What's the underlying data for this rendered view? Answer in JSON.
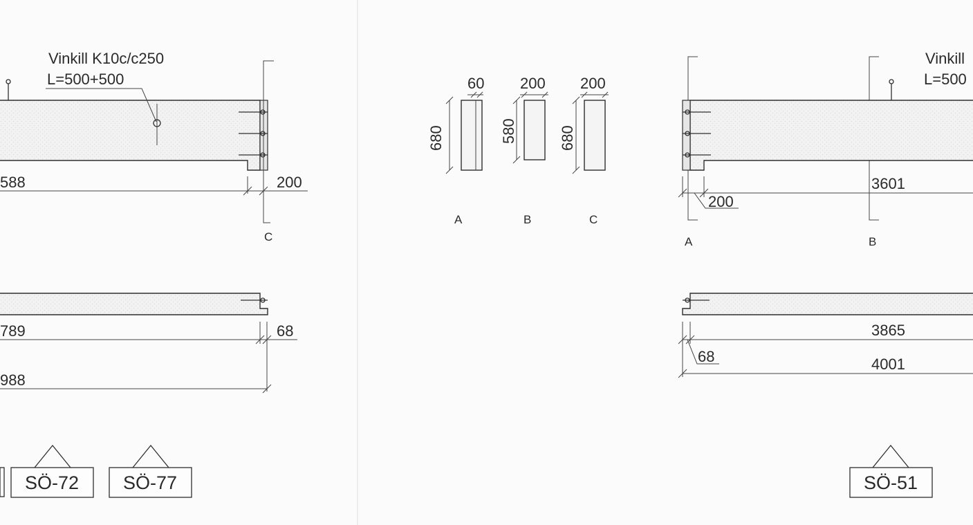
{
  "annotations": {
    "left_note_line1": "Vinkill K10c/c250",
    "left_note_line2": "L=500+500",
    "right_note_line1": "Vinkill",
    "right_note_line2": "L=500"
  },
  "dimensions": {
    "left": {
      "upper_length": "588",
      "upper_end": "200",
      "lower_length": "789",
      "lower_end": "68",
      "total": "988"
    },
    "sections": {
      "a_width": "60",
      "a_height": "680",
      "b_width": "200",
      "b_height": "580",
      "c_width": "200",
      "c_height": "680"
    },
    "right": {
      "upper_end": "200",
      "upper_length": "3601",
      "lower_end": "68",
      "lower_length": "3865",
      "total": "4001"
    }
  },
  "section_labels": {
    "left_c": "C",
    "center_a": "A",
    "center_b": "B",
    "center_c": "C",
    "right_a": "A",
    "right_b": "B"
  },
  "tags": {
    "left_1": "SÖ-72",
    "left_2": "SÖ-77",
    "right_1": "SÖ-51"
  },
  "colors": {
    "line": "#2e2e2e",
    "background": "#fbfbfb"
  }
}
